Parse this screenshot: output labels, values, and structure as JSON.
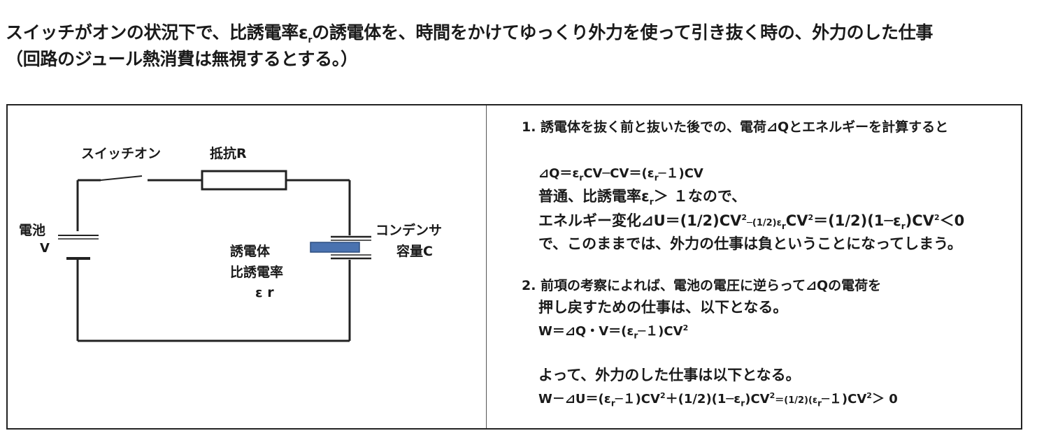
{
  "title": {
    "line1_a": "スイッチがオンの状況下で、比誘電率ε",
    "line1_r": "r",
    "line1_b": "の誘電体を、時間をかけてゆっくり外力を使って引き抜く時の、外力のした仕事",
    "line2": "（回路のジュール熱消費は無視するとする。）"
  },
  "diagram": {
    "switch_label": "スイッチオン",
    "resistor_label": "抵抗R",
    "battery_label_1": "電池",
    "battery_label_2": "V",
    "dielectric_label_1": "誘電体",
    "dielectric_label_2": "比誘電率",
    "dielectric_label_3": "ε r",
    "capacitor_label_1": "コンデンサ",
    "capacitor_label_2": "容量C",
    "dielectric_color": "#4a72b0"
  },
  "text": {
    "s1_heading": "1. 誘電体を抜く前と抜いた後での、電荷⊿Qとエネルギーを計算すると",
    "s1_eq1_a": "⊿Q＝ε",
    "s1_eq1_b": "CV─CV＝(ε",
    "s1_eq1_c": "─１)CV",
    "s1_l2_a": "普通、比誘電率ε",
    "s1_l2_b": "＞ １なので、",
    "s1_l3_a": "エネルギー変化⊿U＝(1/2)CV",
    "s1_l3_b": "─(1/2)ε",
    "s1_l3_c": "CV",
    "s1_l3_d": "＝(1/2)(1─ε",
    "s1_l3_e": ")CV",
    "s1_l3_f": "＜0",
    "s1_l4": "で、このままでは、外力の仕事は負ということになってしまう。",
    "s2_heading": "2. 前項の考察によれば、電池の電圧に逆らって⊿Qの電荷を",
    "s2_l2": "押し戻すための仕事は、以下となる。",
    "s2_eq1_a": "W＝⊿Q・V＝(ε",
    "s2_eq1_b": "─１)CV",
    "s2_l4": "よって、外力のした仕事は以下となる。",
    "s2_eq2_a": "W－⊿U＝(ε",
    "s2_eq2_b": "─１)CV",
    "s2_eq2_c": "＋(1/2)(1─ε",
    "s2_eq2_d": ")CV",
    "s2_eq2_e": "＝(1/2)(ε",
    "s2_eq2_f": "─１)CV",
    "s2_eq2_g": "＞ 0",
    "r": "r",
    "two": "2"
  }
}
